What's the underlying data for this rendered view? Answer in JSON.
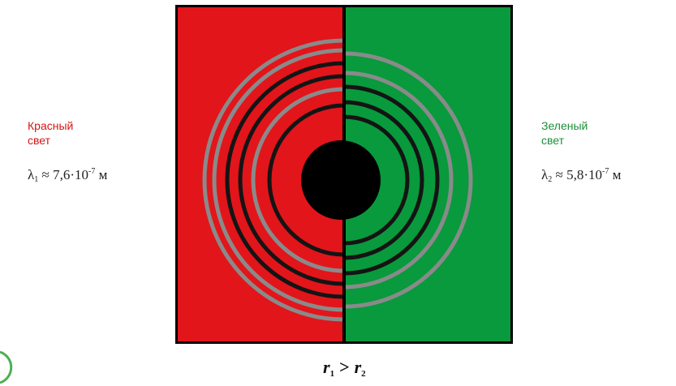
{
  "left_panel": {
    "color_name_line1": "Красный",
    "color_name_line2": "свет",
    "lambda_symbol": "λ",
    "lambda_subscript": "1",
    "lambda_value": " ≈ 7,6·10",
    "lambda_exponent": "-7",
    "lambda_unit": " м",
    "color": "#d41515"
  },
  "right_panel": {
    "color_name_line1": "Зеленый",
    "color_name_line2": "свет",
    "lambda_symbol": "λ",
    "lambda_subscript": "2",
    "lambda_value": " ≈ 5,8·10",
    "lambda_exponent": "-7",
    "lambda_unit": " м",
    "color": "#1c8f3b"
  },
  "caption": {
    "r1_letter": "r",
    "r1_sub": "1",
    "operator": ">",
    "r2_letter": "r",
    "r2_sub": "2"
  },
  "diagram": {
    "panel_left_color": "#e2151b",
    "panel_right_color": "#089a3c",
    "ring_dark_color": "#141414",
    "ring_gray_color": "#8a8a8a",
    "center_spot_color": "#000000",
    "red_rings": [
      "dark",
      "gray",
      "dark",
      "dark",
      "gray",
      "gray"
    ],
    "green_rings": [
      "dark",
      "dark",
      "dark",
      "gray",
      "gray"
    ]
  }
}
